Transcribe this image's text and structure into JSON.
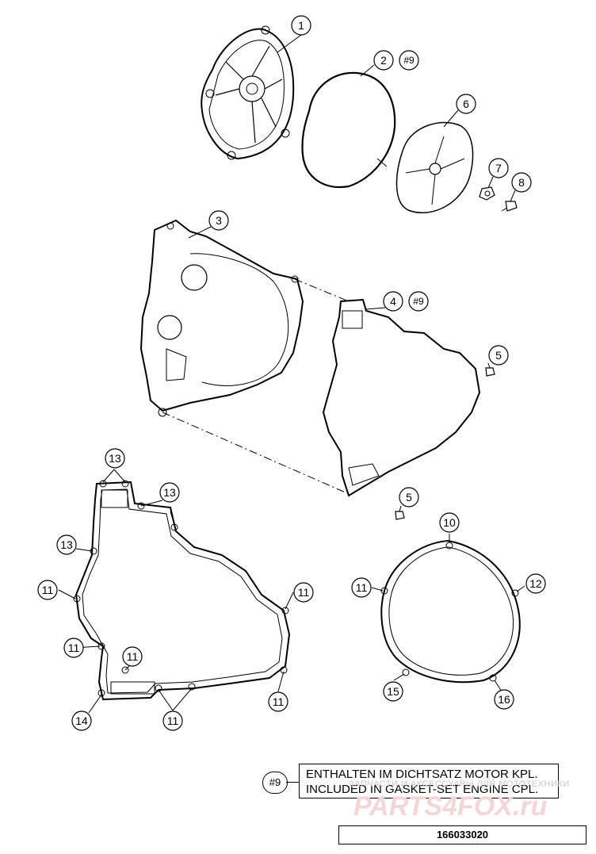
{
  "callouts": {
    "c1": "1",
    "c2": "2",
    "c2tag": "#9",
    "c3": "3",
    "c4": "4",
    "c4tag": "#9",
    "c5a": "5",
    "c5b": "5",
    "c6": "6",
    "c7": "7",
    "c8": "8",
    "c10": "10",
    "c11a": "11",
    "c11b": "11",
    "c11c": "11",
    "c11d": "11",
    "c11e": "11",
    "c11f": "11",
    "c11g": "11",
    "c12": "12",
    "c13a": "13",
    "c13b": "13",
    "c13c": "13",
    "c14": "14",
    "c15": "15",
    "c16": "16"
  },
  "note": {
    "tag": "#9",
    "line1": "ENTHALTEN IM DICHTSATZ MOTOR KPL.",
    "line2": "INCLUDED IN GASKET-SET ENGINE CPL."
  },
  "watermark": {
    "text": "ЗАПЧАСТИ И АКСЕССУАРЫ ДЛЯ МОТОТЕХНИКИ",
    "logo": "PARTS4FOX.ru"
  },
  "reference_number": "166033020"
}
